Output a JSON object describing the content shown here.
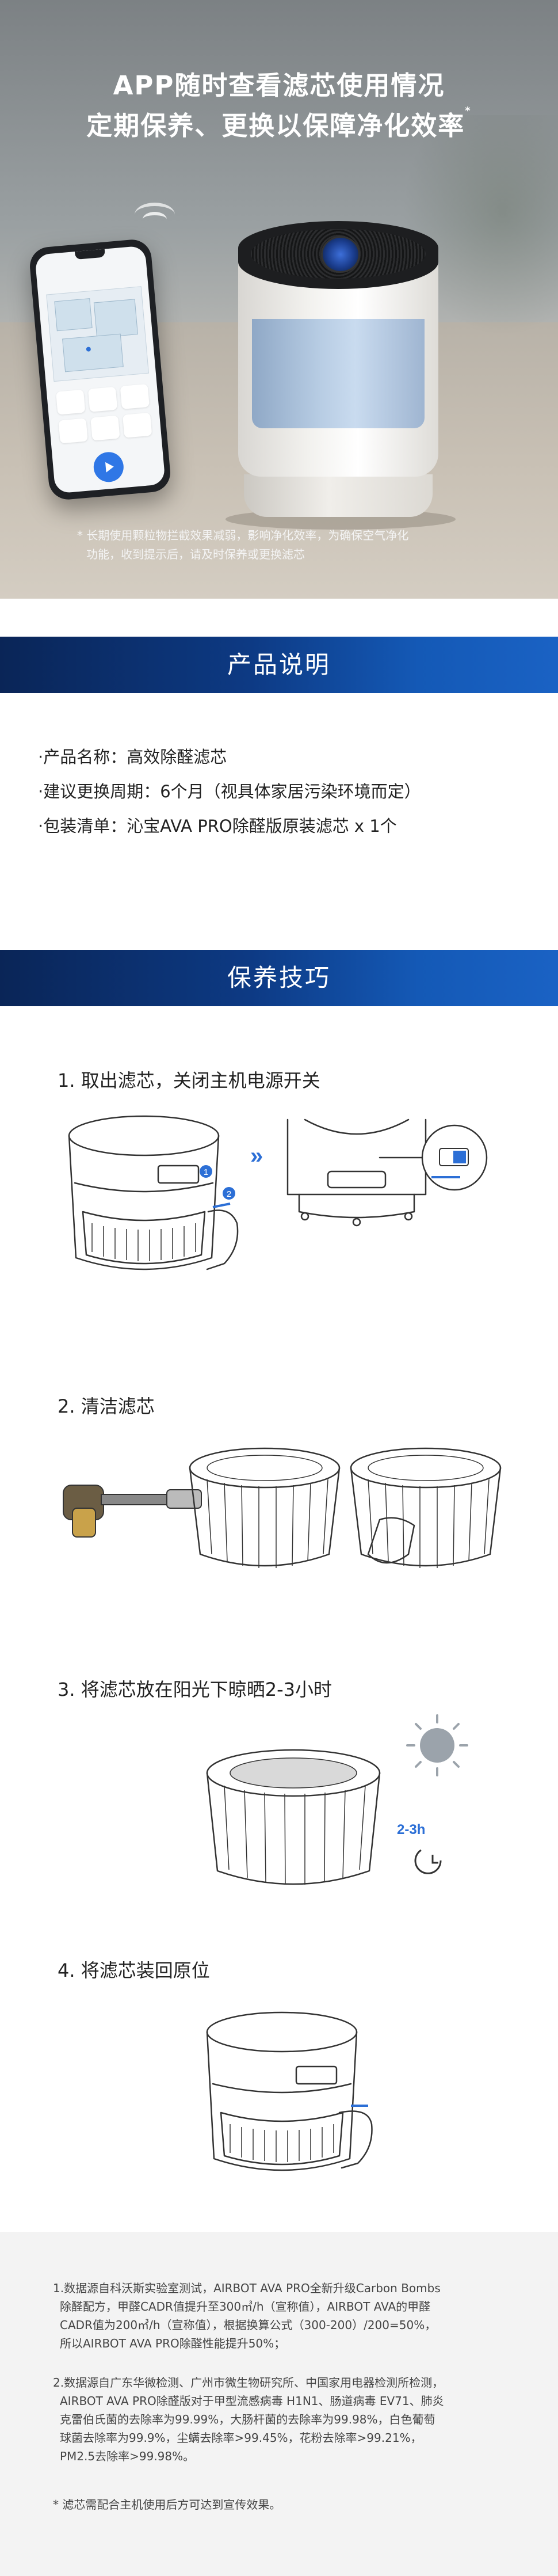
{
  "hero": {
    "title_line1": "APP随时查看滤芯使用情况",
    "title_line2": "定期保养、更换以保障净化效率",
    "title_mark": "*",
    "note_line1": "* 长期使用颗粒物拦截效果减弱，影响净化效率，为确保空气净化",
    "note_line2": "功能，收到提示后，请及时保养或更换滤芯"
  },
  "section_product": {
    "title": "产品说明"
  },
  "product": {
    "items": [
      "·产品名称：高效除醛滤芯",
      "·建议更换周期：6个月（视具体家居污染环境而定）",
      "·包装清单：沁宝AVA PRO除醛版原装滤芯 x 1个"
    ]
  },
  "section_care": {
    "title": "保养技巧"
  },
  "steps": [
    {
      "label": "1. 取出滤芯，关闭主机电源开关",
      "markers": [
        "1",
        "2"
      ],
      "arrow": "»"
    },
    {
      "label": "2. 清洁滤芯"
    },
    {
      "label": "3. 将滤芯放在阳光下晾晒2-3小时",
      "duration": "2-3h"
    },
    {
      "label": "4. 将滤芯装回原位"
    }
  ],
  "footnotes": [
    {
      "lines": [
        "1.数据源自科沃斯实验室测试，AIRBOT AVA PRO全新升级Carbon Bombs",
        "除醛配方，甲醛CADR值提升至300㎥/h（宣称值），AIRBOT AVA的甲醛",
        "CADR值为200㎥/h（宣称值），根据换算公式（300-200）/200=50%，",
        "所以AIRBOT AVA PRO除醛性能提升50%；"
      ]
    },
    {
      "lines": [
        "2.数据源自广东华微检测、广州市微生物研究所、中国家用电器检测所检测，",
        "AIRBOT AVA PRO除醛版对于甲型流感病毒 H1N1、肠道病毒 EV71、肺炎",
        "克雷伯氏菌的去除率为99.99%，大肠杆菌的去除率为99.98%，白色葡萄",
        "球菌去除率为99.9%，尘螨去除率>99.45%，花粉去除率>99.21%，",
        "PM2.5去除率>99.98%。"
      ]
    },
    {
      "lines": [
        "* 滤芯需配合主机使用后方可达到宣传效果。"
      ]
    }
  ],
  "colors": {
    "band_dark": "#0a2557",
    "band_light": "#1a62c4",
    "accent_blue": "#2c6fd6"
  }
}
